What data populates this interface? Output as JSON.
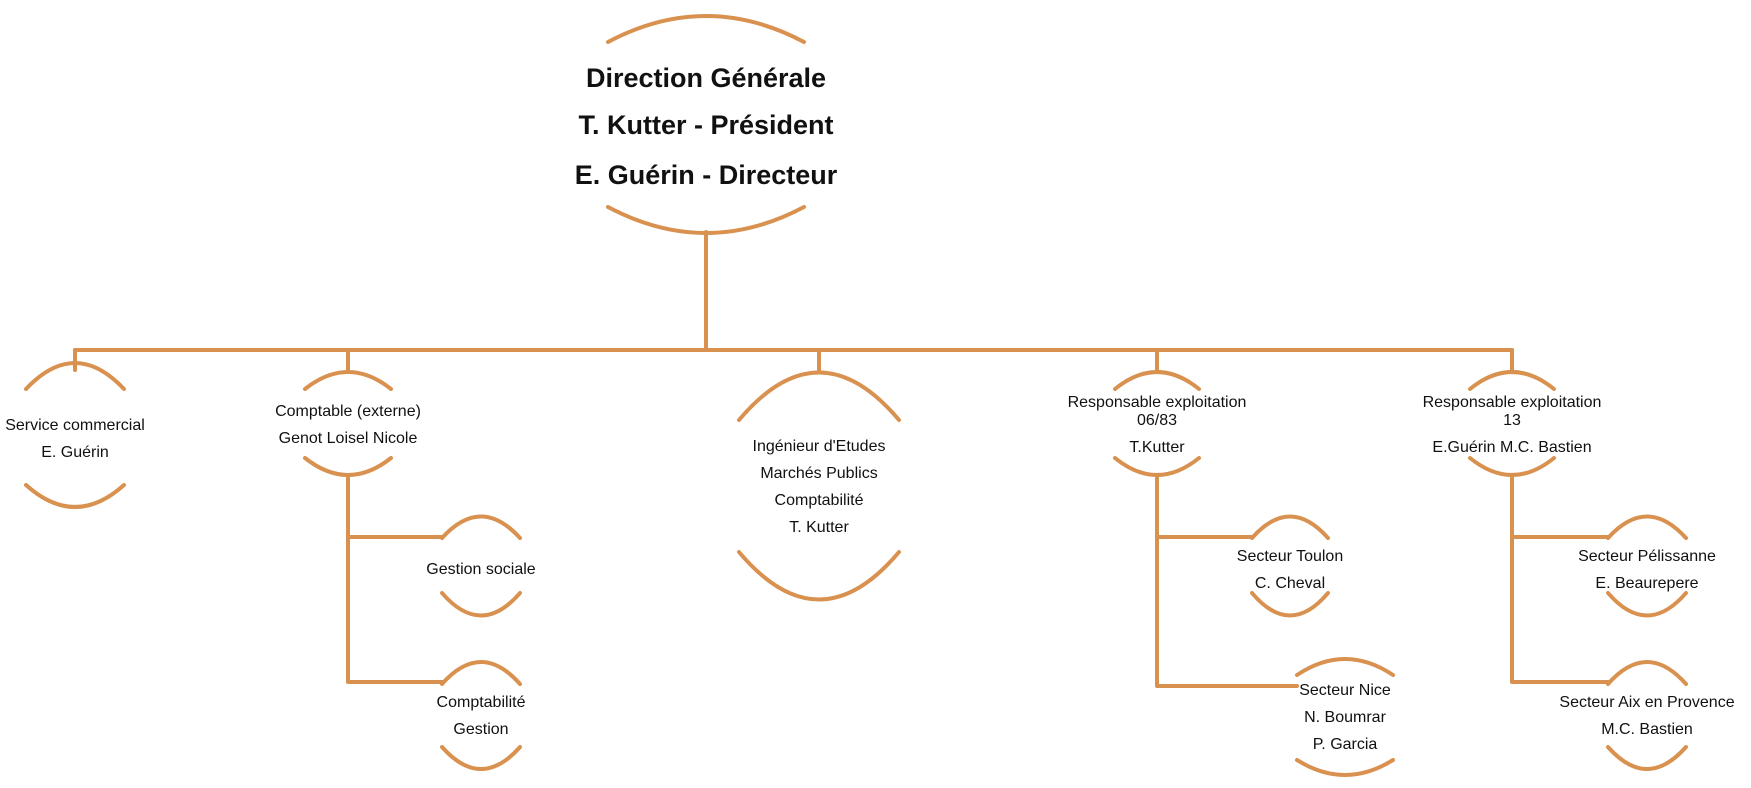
{
  "colors": {
    "connector": "#d9914f",
    "text": "#111111",
    "background": "#ffffff"
  },
  "root": {
    "lines": [
      "Direction Générale",
      "T. Kutter - Président",
      "E. Guérin  - Directeur"
    ]
  },
  "departments": [
    {
      "id": "commercial",
      "lines": [
        "Service commercial",
        "E. Guérin"
      ]
    },
    {
      "id": "comptable",
      "lines": [
        "Comptable (externe)",
        "Genot Loisel Nicole"
      ],
      "children": [
        {
          "id": "gestion-sociale",
          "lines": [
            "Gestion sociale"
          ]
        },
        {
          "id": "compta-gestion",
          "lines": [
            "Comptabilité",
            "Gestion"
          ]
        }
      ]
    },
    {
      "id": "ingenieur",
      "lines": [
        "Ingénieur d'Etudes",
        "Marchés Publics",
        "Comptabilité",
        "T. Kutter"
      ]
    },
    {
      "id": "expl-0683",
      "lines": [
        "Responsable exploitation",
        "06/83",
        "T.Kutter"
      ],
      "children": [
        {
          "id": "toulon",
          "lines": [
            "Secteur Toulon",
            "C. Cheval"
          ]
        },
        {
          "id": "nice",
          "lines": [
            "Secteur Nice",
            "N. Boumrar",
            "P. Garcia"
          ]
        }
      ]
    },
    {
      "id": "expl-13",
      "lines": [
        "Responsable exploitation",
        "13",
        "E.Guérin M.C. Bastien"
      ],
      "children": [
        {
          "id": "pelissanne",
          "lines": [
            "Secteur Pélissanne",
            "E. Beaurepere"
          ]
        },
        {
          "id": "aix",
          "lines": [
            "Secteur Aix en Provence",
            "M.C. Bastien"
          ]
        }
      ]
    }
  ]
}
